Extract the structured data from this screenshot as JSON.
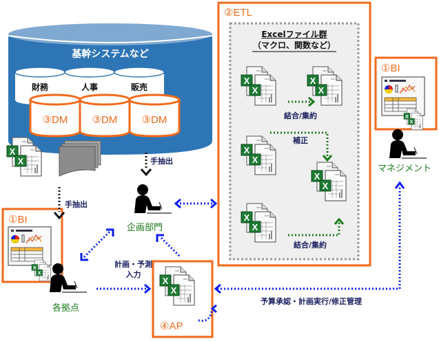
{
  "core_system": {
    "title": "基幹システムなど",
    "databases": [
      {
        "label": "財務"
      },
      {
        "label": "人事"
      },
      {
        "label": "販売"
      }
    ],
    "data_marts": [
      {
        "label": "③DM"
      },
      {
        "label": "③DM"
      },
      {
        "label": "③DM"
      }
    ]
  },
  "etl": {
    "title": "②ETL",
    "group_title_line1": "Excelファイル群",
    "group_title_line2": "（マクロ、関数など）",
    "flow_labels": {
      "merge_top": "結合/集約",
      "correction": "補正",
      "merge_bottom": "結合/集約"
    }
  },
  "bi_management": {
    "title": "①BI",
    "actor": "マネジメント"
  },
  "bi_sites": {
    "title": "①BI",
    "actor": "各拠点"
  },
  "planning": {
    "actor": "企画部門"
  },
  "ap": {
    "title": "④AP"
  },
  "arrows": {
    "manual_extract_planning": "手抽出",
    "manual_extract_sites": "手抽出",
    "plan_forecast_input_line1": "計画・予測",
    "plan_forecast_input_line2": "入力",
    "approval_management": "予算承認・計画実行/修正管理"
  },
  "colors": {
    "accent_orange": "#f26a1b",
    "db_blue": "#2e75b6",
    "db_top_blue": "#7fa9d1",
    "arrow_blue": "#0a1ef5",
    "etl_green": "#1b7a1b",
    "label_navy": "#1a1f5e",
    "excel_green": "#1e7a34"
  }
}
